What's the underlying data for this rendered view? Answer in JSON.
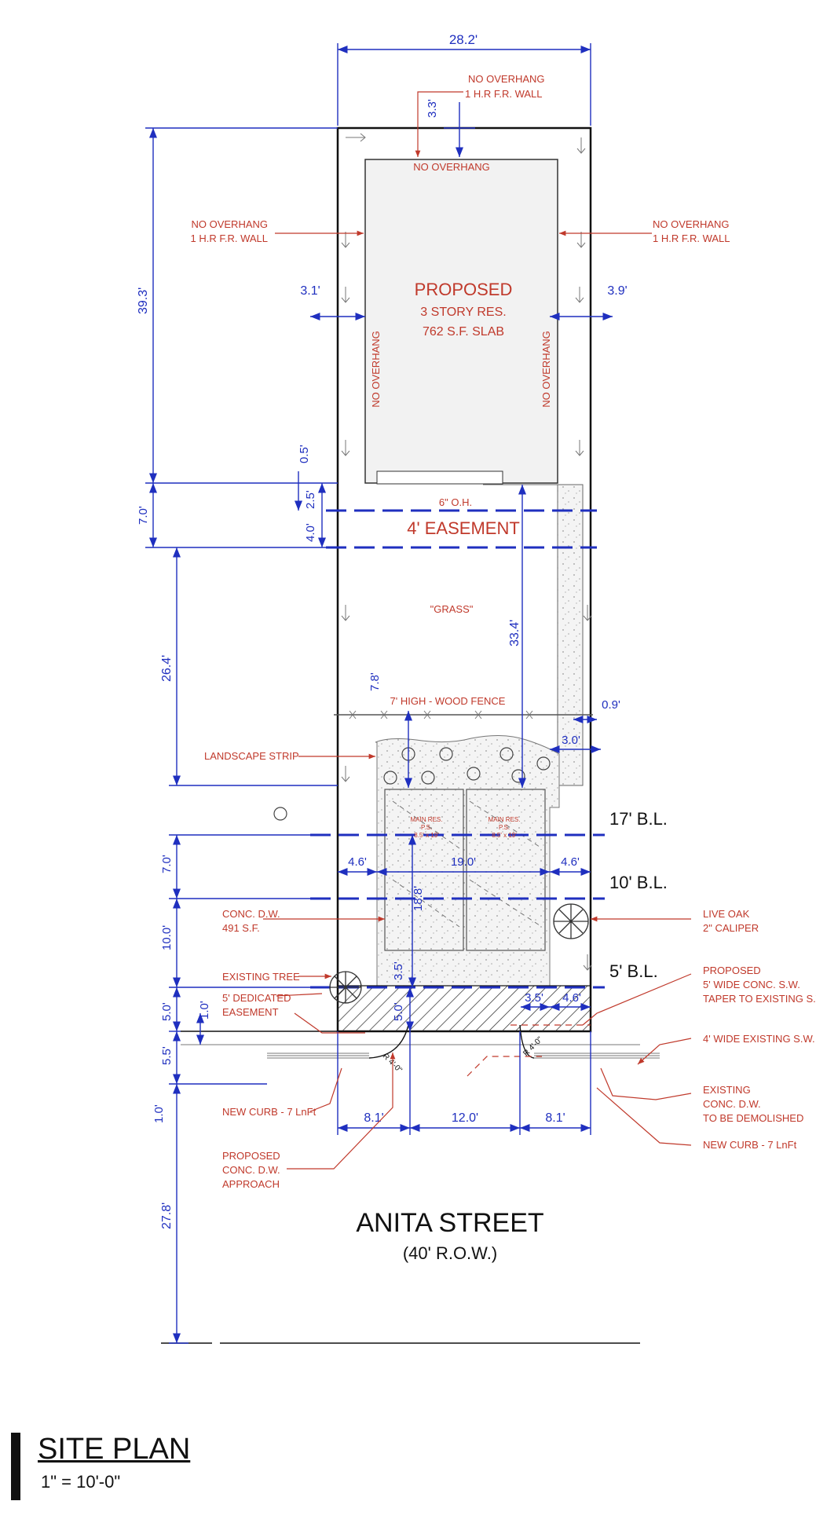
{
  "building": {
    "title": "PROPOSED",
    "line2": "3 STORY RES.",
    "line3": "762 S.F. SLAB"
  },
  "notes": {
    "no_overhang_top": "NO OVERHANG",
    "fr_wall_top": "1 H.R F.R. WALL",
    "no_overhang_inner": "NO OVERHANG",
    "no_overhang_left": "NO OVERHANG",
    "fr_wall_left": "1 H.R F.R. WALL",
    "no_overhang_right": "NO OVERHANG",
    "fr_wall_right": "1 H.R F.R. WALL",
    "no_overhang_vert_left": "NO OVERHANG",
    "no_overhang_vert_right": "NO OVERHANG",
    "oh": "6\" O.H.",
    "easement": "4' EASEMENT",
    "grass": "\"GRASS\"",
    "fence": "7' HIGH - WOOD FENCE",
    "landscape_strip": "LANDSCAPE STRIP",
    "parking_left_1": "MAIN RES.",
    "parking_left_2": "P.S.",
    "parking_left_3": "8.5' x 19'",
    "parking_right_1": "MAIN RES.",
    "parking_right_2": "P.S.",
    "parking_right_3": "8.5' x 19'",
    "bl17": "17' B.L.",
    "bl10": "10' B.L.",
    "bl5": "5'  B.L.",
    "conc_dw_1": "CONC. D.W.",
    "conc_dw_2": "491 S.F.",
    "live_oak_1": "LIVE OAK",
    "live_oak_2": "2\" CALIPER",
    "existing_tree": "EXISTING TREE",
    "dedicated_1": "5' DEDICATED",
    "dedicated_2": "EASEMENT",
    "prop_sw_1": "PROPOSED",
    "prop_sw_2": "5' WIDE CONC. S.W.",
    "prop_sw_3": "TAPER TO EXISTING S.W.",
    "exist_sw": "4' WIDE EXISTING S.W.",
    "exist_dw_1": "EXISTING",
    "exist_dw_2": "CONC. D.W.",
    "exist_dw_3": "TO BE DEMOLISHED",
    "new_curb_left": "NEW CURB - 7 LnFt",
    "new_curb_right": "NEW CURB - 7 LnFt",
    "approach_1": "PROPOSED",
    "approach_2": "CONC. D.W.",
    "approach_3": "APPROACH",
    "radius_left": "R 4'-0\"",
    "radius_right": "R 4'-0\""
  },
  "dimensions": {
    "top_width": "28.2'",
    "top_setback": "3.3'",
    "left_setback": "3.1'",
    "right_setback": "3.9'",
    "bldg_depth": "39.3'",
    "d05": "0.5'",
    "d25": "2.5'",
    "d40": "4.0'",
    "d70_upper": "7.0'",
    "d264": "26.4'",
    "d334": "33.4'",
    "d78": "7.8'",
    "d09": "0.9'",
    "d30": "3.0'",
    "d70_lower": "7.0'",
    "d46_left": "4.6'",
    "d190": "19.0'",
    "d46_right": "4.6'",
    "d188": "18.8'",
    "d100": "10.0'",
    "d35_vert": "3.5'",
    "d50_left": "5.0'",
    "d10": "1.0'",
    "d50_center": "5.0'",
    "d35_horiz": "3.5'",
    "d46_sw": "4.6'",
    "d55": "5.5'",
    "d10_lower": "1.0'",
    "d81_left": "8.1'",
    "d120": "12.0'",
    "d81_right": "8.1'",
    "d278": "27.8'"
  },
  "street": {
    "name": "ANITA STREET",
    "row": "(40' R.O.W.)"
  },
  "title_block": {
    "title": "SITE PLAN",
    "scale": "1\" = 10'-0\""
  },
  "colors": {
    "annotation_red": "#c0392b",
    "dimension_blue": "#1f2fbf",
    "linework_black": "#111111"
  }
}
